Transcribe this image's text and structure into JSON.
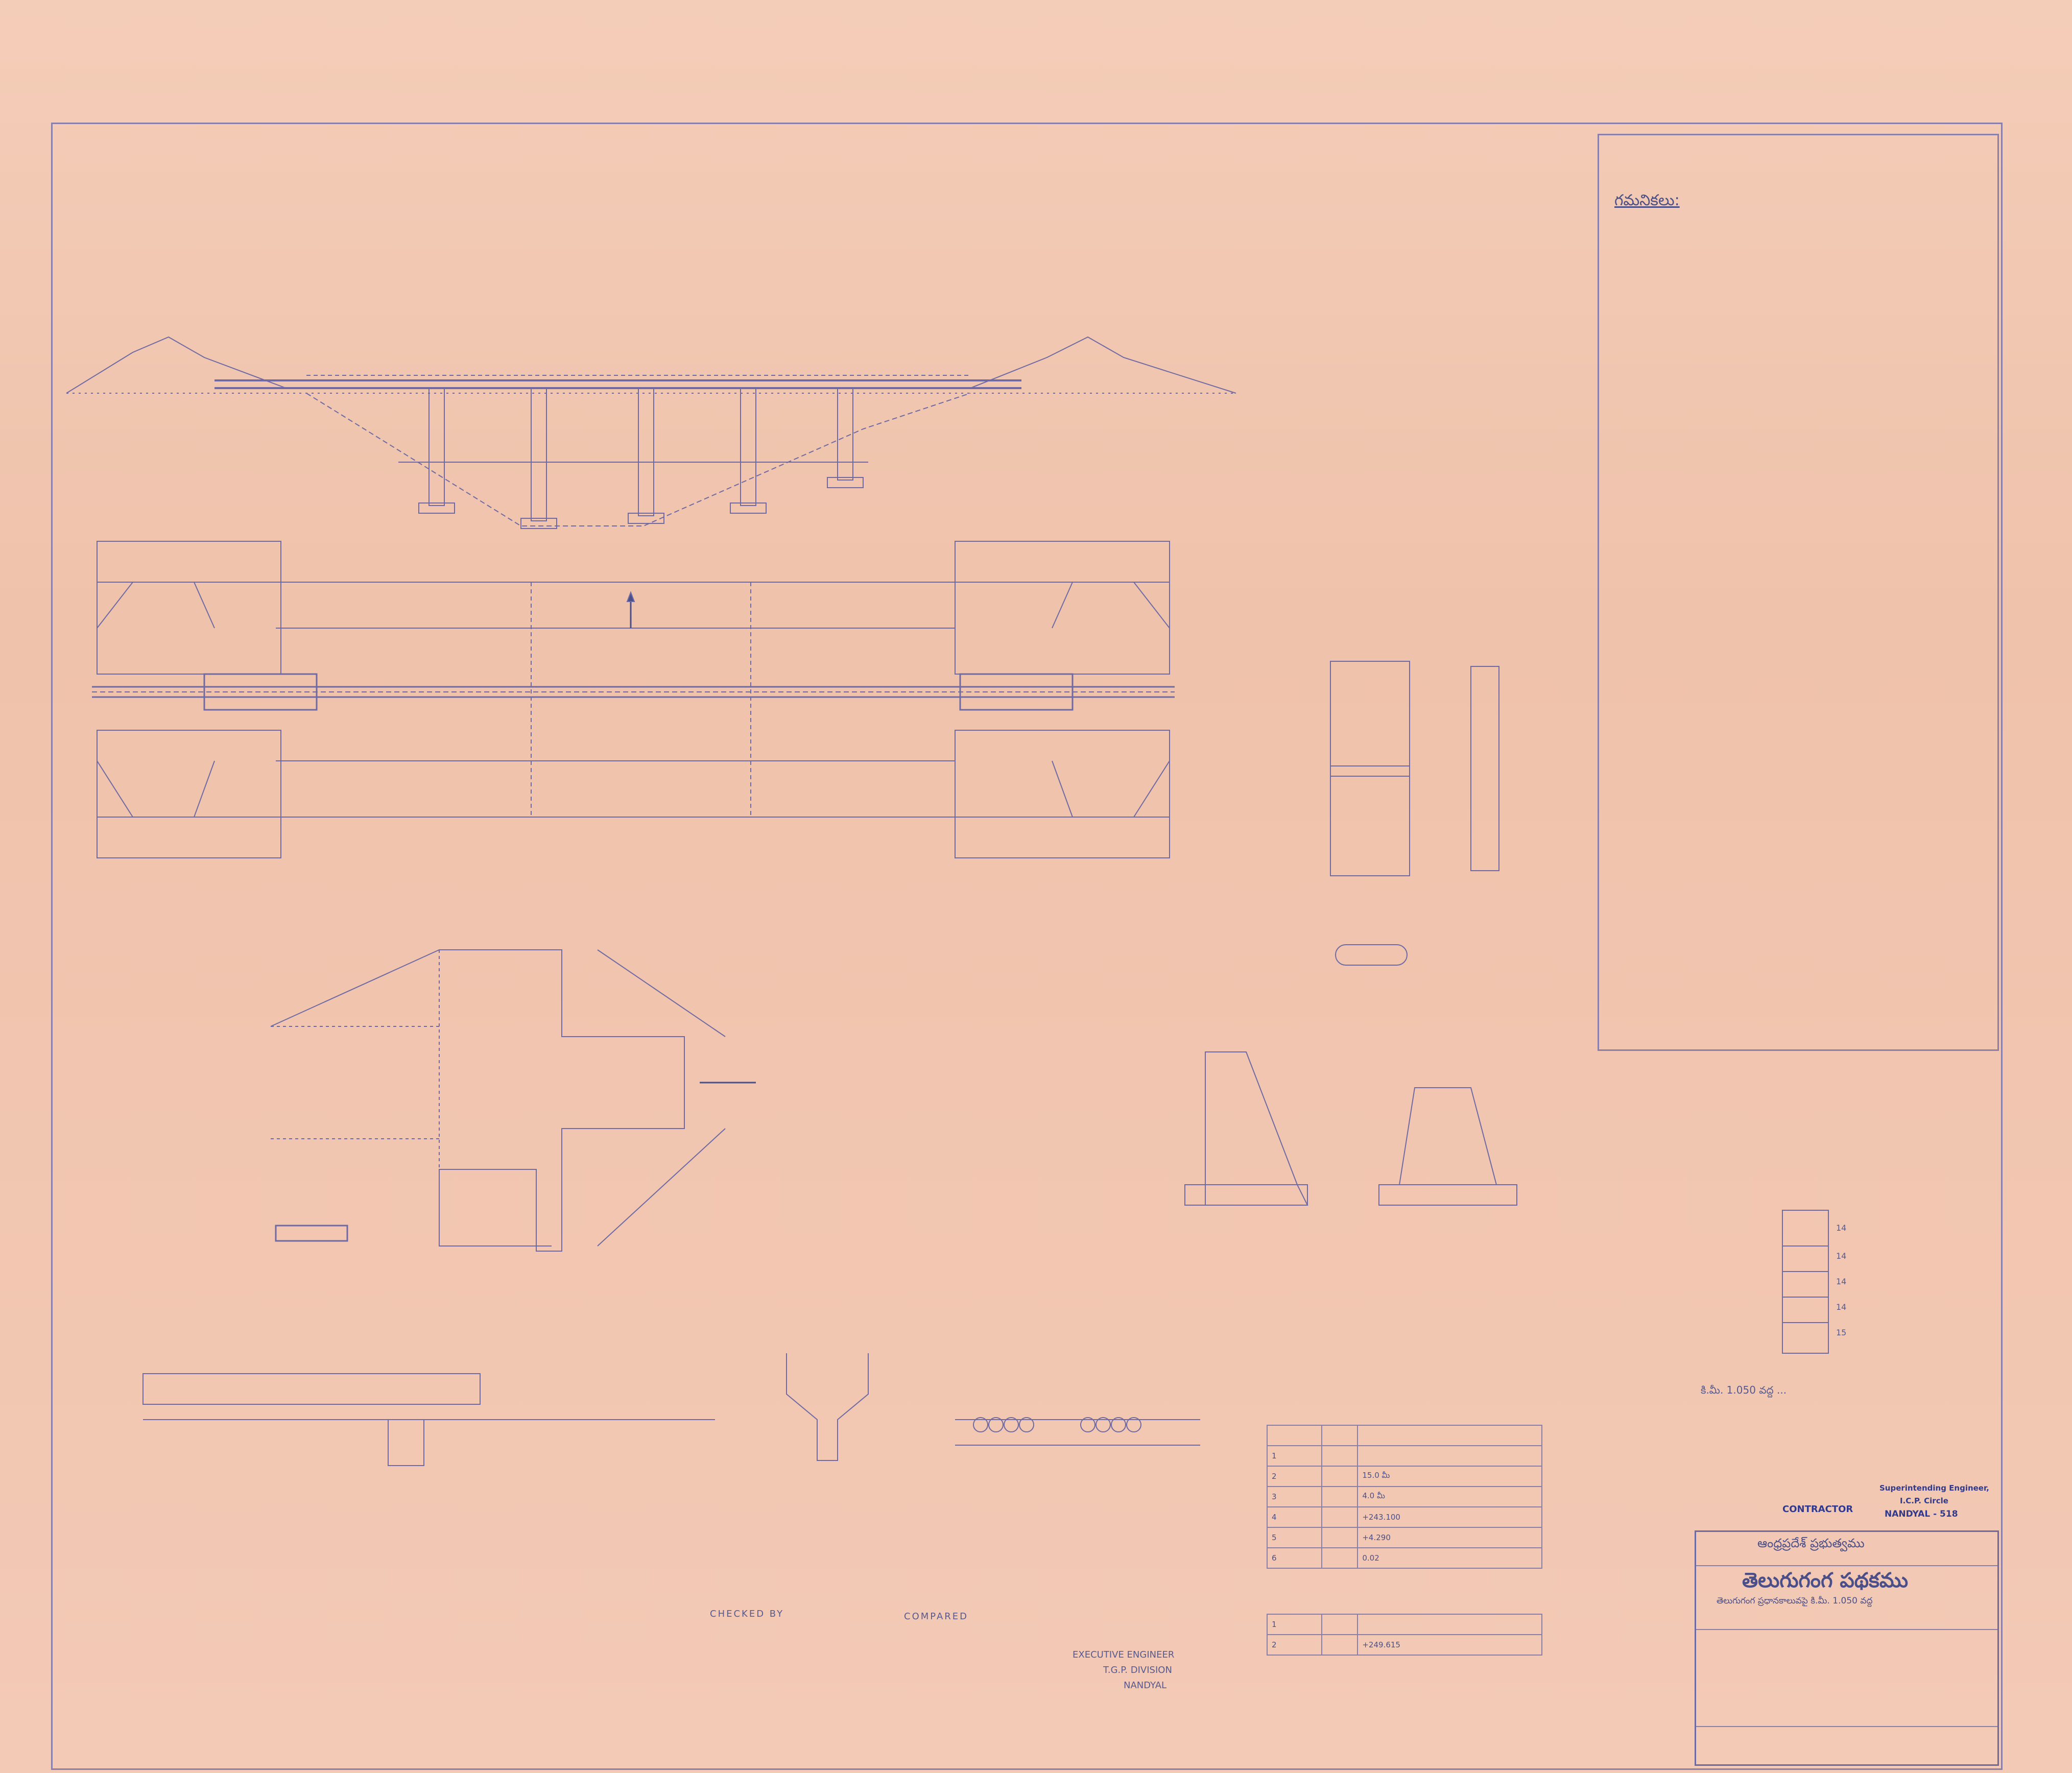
{
  "sheet": {
    "paper_color": "#f1c7b3",
    "ink_color": "#4a4f8a",
    "stamp_color": "#2f3a8f"
  },
  "drawing": {
    "elevation_label": "",
    "plan_label": "",
    "detail_labels": []
  },
  "notes": {
    "title": "గమనికలు:",
    "items": []
  },
  "tables": {
    "table1": {
      "title": "",
      "headers": [
        "",
        "",
        ""
      ],
      "rows": [
        {
          "no": "1",
          "desc": "",
          "val": ""
        },
        {
          "no": "2",
          "desc": "",
          "val": "15.0 మీ"
        },
        {
          "no": "3",
          "desc": "",
          "val": "4.0 మీ"
        },
        {
          "no": "4",
          "desc": "",
          "val": "+243.100"
        },
        {
          "no": "5",
          "desc": "",
          "val": "+4.290"
        },
        {
          "no": "6",
          "desc": "",
          "val": "0.02"
        }
      ]
    },
    "table2": {
      "title": "",
      "rows": [
        {
          "no": "1",
          "desc": "",
          "val": ""
        },
        {
          "no": "2",
          "desc": "",
          "val": "+249.615"
        }
      ]
    }
  },
  "title_block": {
    "contractor_stamp": "CONTRACTOR",
    "se_stamp_line1": "Superintending Engineer,",
    "se_stamp_line2": "I.C.P. Circle",
    "se_stamp_line3": "NANDYAL - 518",
    "authority_line1": "ఆంధ్రప్రదేశ్ ప్రభుత్వము",
    "authority_line2": "",
    "project_name": "తెలుగుగంగ పథకము",
    "subtitle": "తెలుగుగంగ ప్రధానకాలువపై కి.మీ. 1.050 వద్ద",
    "footer": ""
  },
  "signatures": {
    "checked": "CHECKED BY",
    "compared": "COMPARED",
    "executive_engineer_line1": "EXECUTIVE ENGINEER",
    "executive_engineer_line2": "T.G.P. DIVISION",
    "executive_engineer_line3": "NANDYAL"
  },
  "scale_note": "కి.మీ. 1.050 వద్ద ..."
}
